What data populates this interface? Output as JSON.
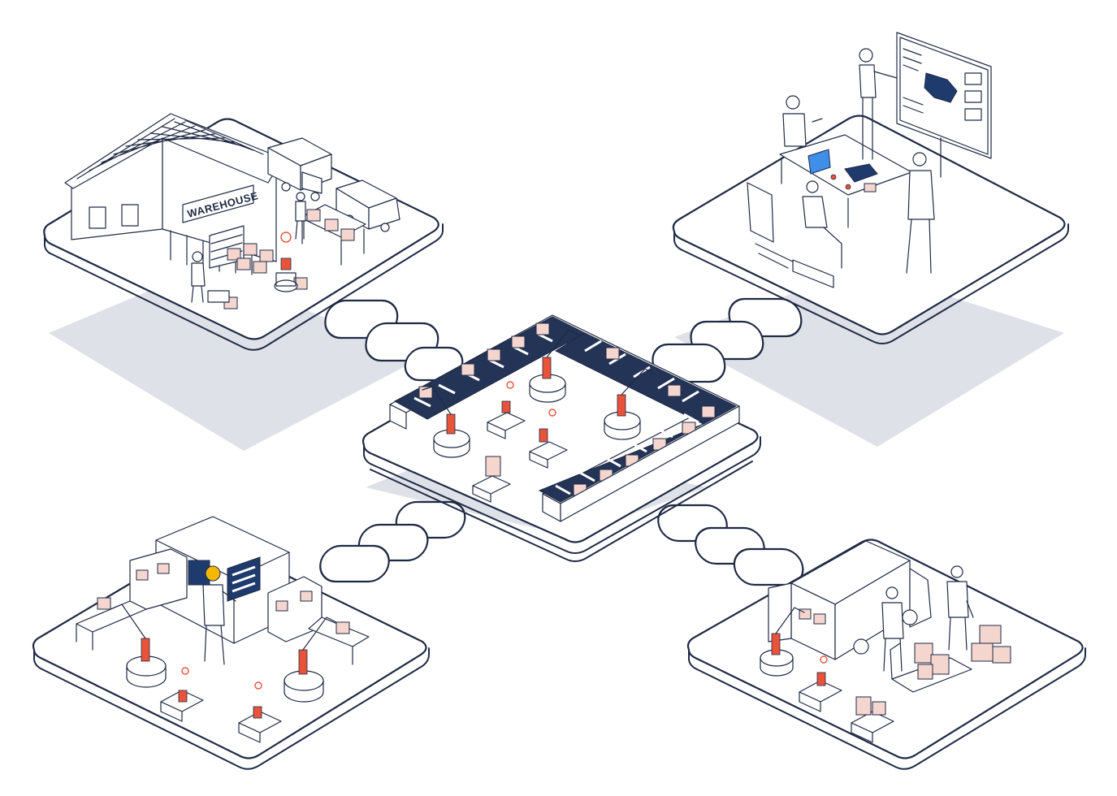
{
  "scene": {
    "warehouse_sign": "WAREHOUSE",
    "colors": {
      "line": "#1f2a44",
      "accent": "#e8533a",
      "shadow": "#dfe1e8",
      "screen_blue": "#3f8ee8",
      "belt_navy": "#243457",
      "helmet_yellow": "#f5b800"
    },
    "zones": [
      "warehouse",
      "control-room",
      "assembly-line",
      "production-line",
      "delivery-dock"
    ]
  }
}
